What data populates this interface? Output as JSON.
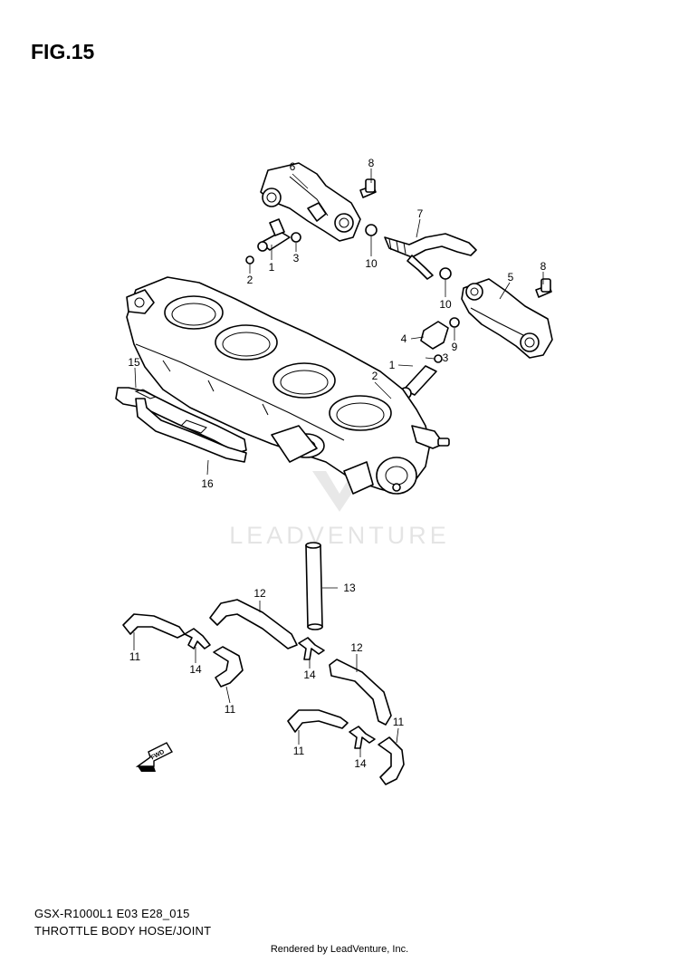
{
  "figure": {
    "title": "FIG.15"
  },
  "watermark": {
    "text": "LEADVENTURE"
  },
  "callouts": [
    {
      "id": "c6",
      "text": "6"
    },
    {
      "id": "c8a",
      "text": "8"
    },
    {
      "id": "c7",
      "text": "7"
    },
    {
      "id": "c3a",
      "text": "3"
    },
    {
      "id": "c1a",
      "text": "1"
    },
    {
      "id": "c2a",
      "text": "2"
    },
    {
      "id": "c10a",
      "text": "10"
    },
    {
      "id": "c10b",
      "text": "10"
    },
    {
      "id": "c5",
      "text": "5"
    },
    {
      "id": "c8b",
      "text": "8"
    },
    {
      "id": "c4",
      "text": "4"
    },
    {
      "id": "c9",
      "text": "9"
    },
    {
      "id": "c1b",
      "text": "1"
    },
    {
      "id": "c3b",
      "text": "3"
    },
    {
      "id": "c2b",
      "text": "2"
    },
    {
      "id": "c15",
      "text": "15"
    },
    {
      "id": "c16",
      "text": "16"
    },
    {
      "id": "c13",
      "text": "13"
    },
    {
      "id": "c12a",
      "text": "12"
    },
    {
      "id": "c12b",
      "text": "12"
    },
    {
      "id": "c11a",
      "text": "11"
    },
    {
      "id": "c14a",
      "text": "14"
    },
    {
      "id": "c11b",
      "text": "11"
    },
    {
      "id": "c14b",
      "text": "14"
    },
    {
      "id": "c11c",
      "text": "11"
    },
    {
      "id": "c11d",
      "text": "11"
    },
    {
      "id": "c14c",
      "text": "14"
    }
  ],
  "fwd_label": "FWD",
  "footer": {
    "model_code": "GSX-R1000L1 E03 E28_015",
    "section_name": "THROTTLE BODY HOSE/JOINT",
    "rendered_by": "Rendered by LeadVenture, Inc."
  }
}
